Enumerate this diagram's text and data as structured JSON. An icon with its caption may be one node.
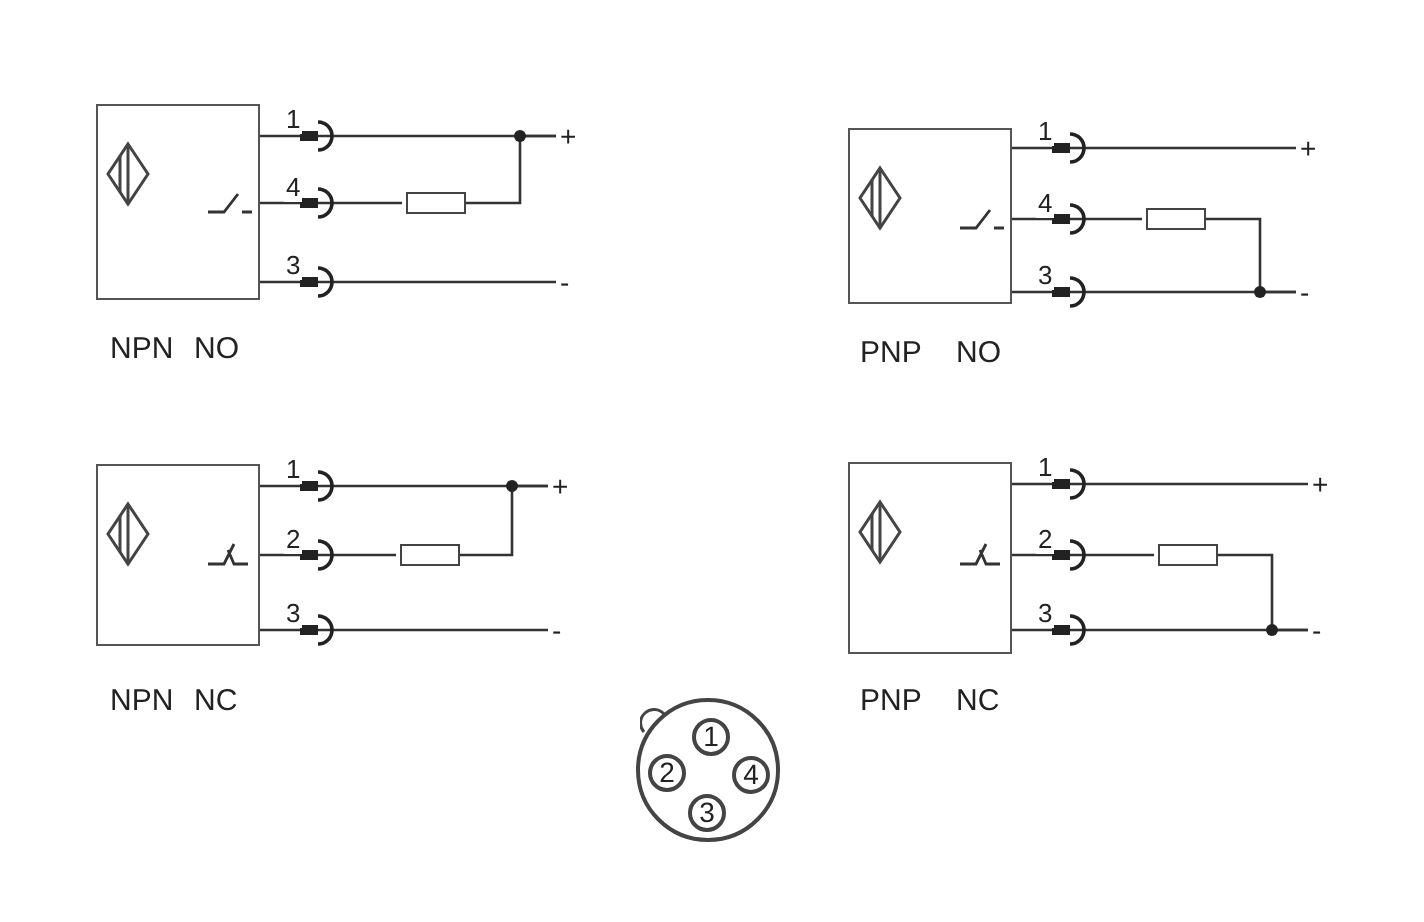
{
  "diagram": {
    "nodes": [
      {
        "text": [],
        "shape": "box",
        "beside": [
          "NPN",
          "NO"
        ]
      },
      {
        "text": [
          "+"
        ]
      },
      {
        "text": [],
        "shape": "box"
      },
      {
        "text": [
          "-"
        ]
      },
      {
        "text": [],
        "shape": "box",
        "beside": [
          "PNP",
          "NO"
        ]
      },
      {
        "text": [
          "+"
        ]
      },
      {
        "text": [],
        "shape": "box"
      },
      {
        "text": [
          "-"
        ]
      },
      {
        "text": [],
        "shape": "box",
        "beside": [
          "NPN",
          "NC"
        ]
      },
      {
        "text": [
          "+"
        ]
      },
      {
        "text": [],
        "shape": "box"
      },
      {
        "text": [
          "-"
        ]
      },
      {
        "text": [],
        "shape": "box",
        "beside": [
          "PNP",
          "NC"
        ]
      },
      {
        "text": [
          "+"
        ]
      },
      {
        "text": [],
        "shape": "box"
      },
      {
        "text": [
          "-"
        ]
      },
      {
        "text": [],
        "shape": "circle"
      },
      {
        "text": [
          "1"
        ],
        "in": 16
      },
      {
        "text": [
          "2"
        ],
        "in": 16
      },
      {
        "text": [
          "4"
        ],
        "in": 16
      },
      {
        "text": [
          "3"
        ],
        "in": 16
      }
    ],
    "edges": [
      {
        "from": 0,
        "to": 1,
        "arrow": "none",
        "label": "1"
      },
      {
        "from": 0,
        "to": 2,
        "arrow": "none",
        "label": "4"
      },
      {
        "from": 2,
        "to": 1,
        "arrow": "none"
      },
      {
        "from": 0,
        "to": 3,
        "arrow": "none",
        "label": "3"
      },
      {
        "from": 4,
        "to": 5,
        "arrow": "none",
        "label": "1"
      },
      {
        "from": 4,
        "to": 6,
        "arrow": "none",
        "label": "4"
      },
      {
        "from": 6,
        "to": 7,
        "arrow": "none"
      },
      {
        "from": 4,
        "to": 7,
        "arrow": "none",
        "label": "3"
      },
      {
        "from": 8,
        "to": 9,
        "arrow": "none",
        "label": "1"
      },
      {
        "from": 8,
        "to": 10,
        "arrow": "none",
        "label": "2"
      },
      {
        "from": 10,
        "to": 9,
        "arrow": "none"
      },
      {
        "from": 8,
        "to": 11,
        "arrow": "none",
        "label": "3"
      },
      {
        "from": 12,
        "to": 13,
        "arrow": "none",
        "label": "1"
      },
      {
        "from": 12,
        "to": 14,
        "arrow": "none",
        "label": "2"
      },
      {
        "from": 14,
        "to": 15,
        "arrow": "none"
      },
      {
        "from": 12,
        "to": 15,
        "arrow": "none",
        "label": "3"
      }
    ]
  }
}
